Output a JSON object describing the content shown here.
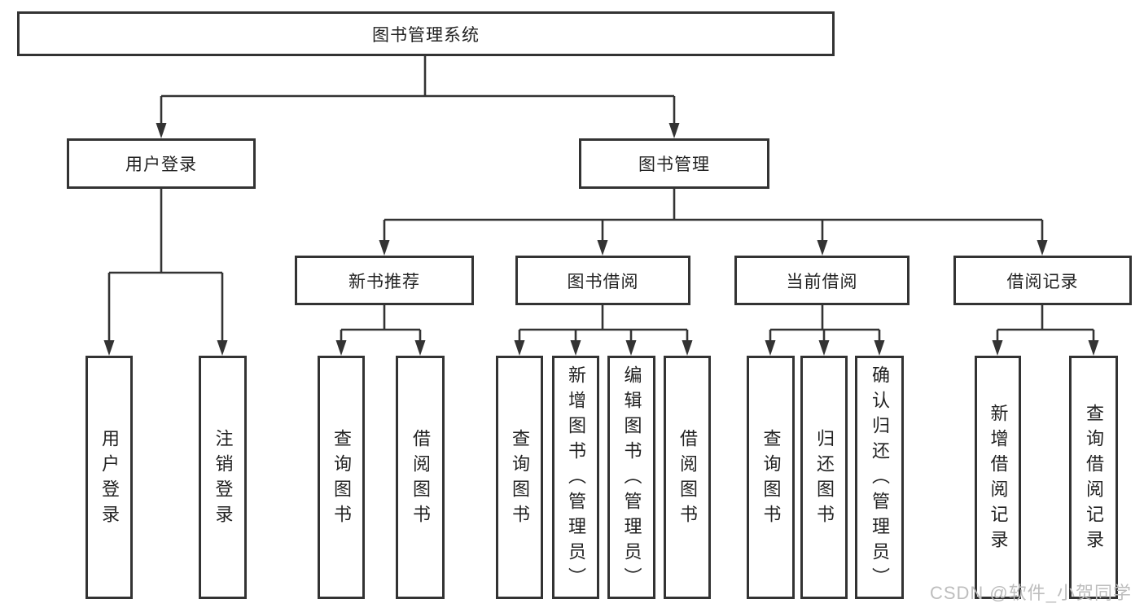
{
  "diagram": {
    "root": "图书管理系统",
    "user_login": {
      "label": "用户登录",
      "children": {
        "login": "用户登录",
        "logout": "注销登录"
      }
    },
    "book_mgmt": {
      "label": "图书管理",
      "sections": {
        "new_recommend": {
          "label": "新书推荐",
          "children": {
            "query": "查询图书",
            "borrow": "借阅图书"
          }
        },
        "book_borrow": {
          "label": "图书借阅",
          "children": {
            "query": "查询图书",
            "add": "新增图书（管理员）",
            "edit": "编辑图书（管理员）",
            "borrow": "借阅图书"
          }
        },
        "current_borrow": {
          "label": "当前借阅",
          "children": {
            "query": "查询图书",
            "return": "归还图书",
            "confirm": "确认归还（管理员）"
          }
        },
        "borrow_record": {
          "label": "借阅记录",
          "children": {
            "add": "新增借阅记录",
            "query": "查询借阅记录"
          }
        }
      }
    }
  },
  "line_color": "#333333",
  "watermark": "CSDN @软件_小贺同学"
}
